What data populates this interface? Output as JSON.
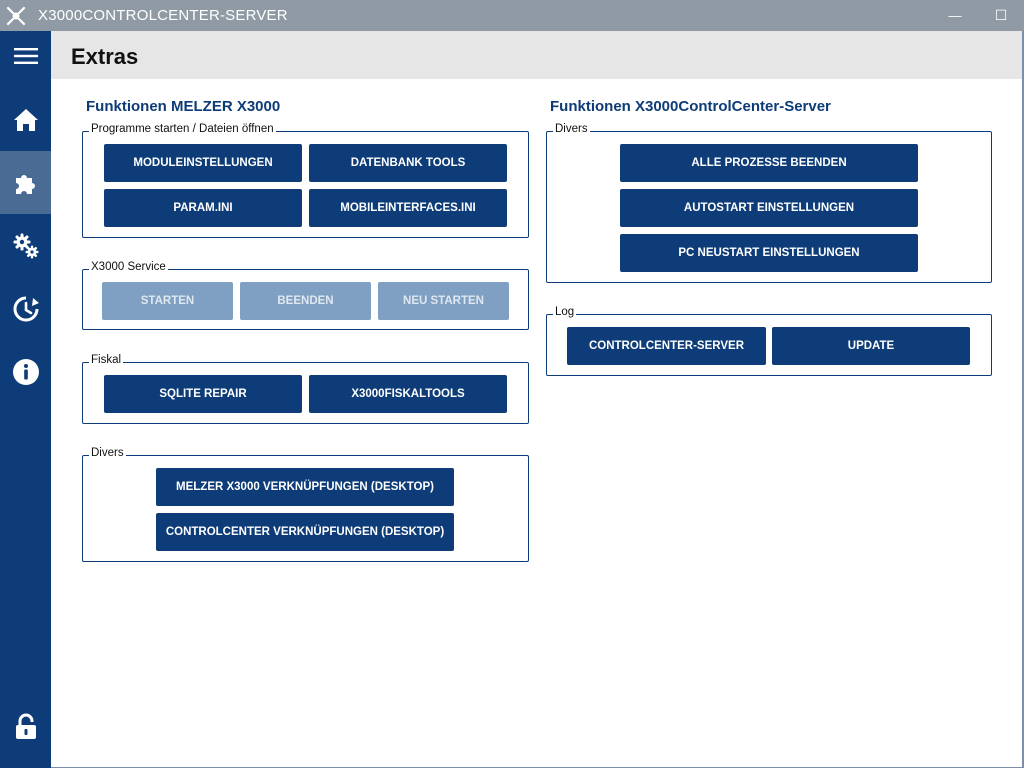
{
  "window": {
    "title": "X3000CONTROLCENTER-SERVER",
    "minimize_glyph": "—",
    "maximize_glyph": "☐"
  },
  "sidebar": {
    "items": [
      {
        "icon": "menu-icon"
      },
      {
        "icon": "home-icon"
      },
      {
        "icon": "puzzle-icon",
        "active": true
      },
      {
        "icon": "gears-icon"
      },
      {
        "icon": "history-icon"
      },
      {
        "icon": "info-icon"
      },
      {
        "icon": "lock-icon"
      }
    ]
  },
  "header": {
    "title": "Extras"
  },
  "left": {
    "section_title": "Funktionen MELZER X3000",
    "programme": {
      "legend": "Programme starten / Dateien öffnen",
      "buttons": [
        "MODULEINSTELLUNGEN",
        "DATENBANK TOOLS",
        "PARAM.INI",
        "MOBILEINTERFACES.INI"
      ]
    },
    "service": {
      "legend": "X3000 Service",
      "buttons": [
        "STARTEN",
        "BEENDEN",
        "NEU STARTEN"
      ]
    },
    "fiskal": {
      "legend": "Fiskal",
      "buttons": [
        "SQLITE REPAIR",
        "X3000FISKALTOOLS"
      ]
    },
    "divers": {
      "legend": "Divers",
      "buttons": [
        "MELZER X3000 VERKNÜPFUNGEN (DESKTOP)",
        "CONTROLCENTER VERKNÜPFUNGEN (DESKTOP)"
      ]
    }
  },
  "right": {
    "section_title": "Funktionen X3000ControlCenter-Server",
    "divers": {
      "legend": "Divers",
      "buttons": [
        "ALLE PROZESSE BEENDEN",
        "AUTOSTART EINSTELLUNGEN",
        "PC NEUSTART EINSTELLUNGEN"
      ]
    },
    "log": {
      "legend": "Log",
      "buttons": [
        "CONTROLCENTER-SERVER",
        "UPDATE"
      ]
    }
  },
  "colors": {
    "primary": "#0d3c78",
    "disabled": "#7fa0c2",
    "sidebar_active": "#4a6b94",
    "titlebar": "#8f9aa5",
    "header_bg": "#e6e6e6"
  }
}
